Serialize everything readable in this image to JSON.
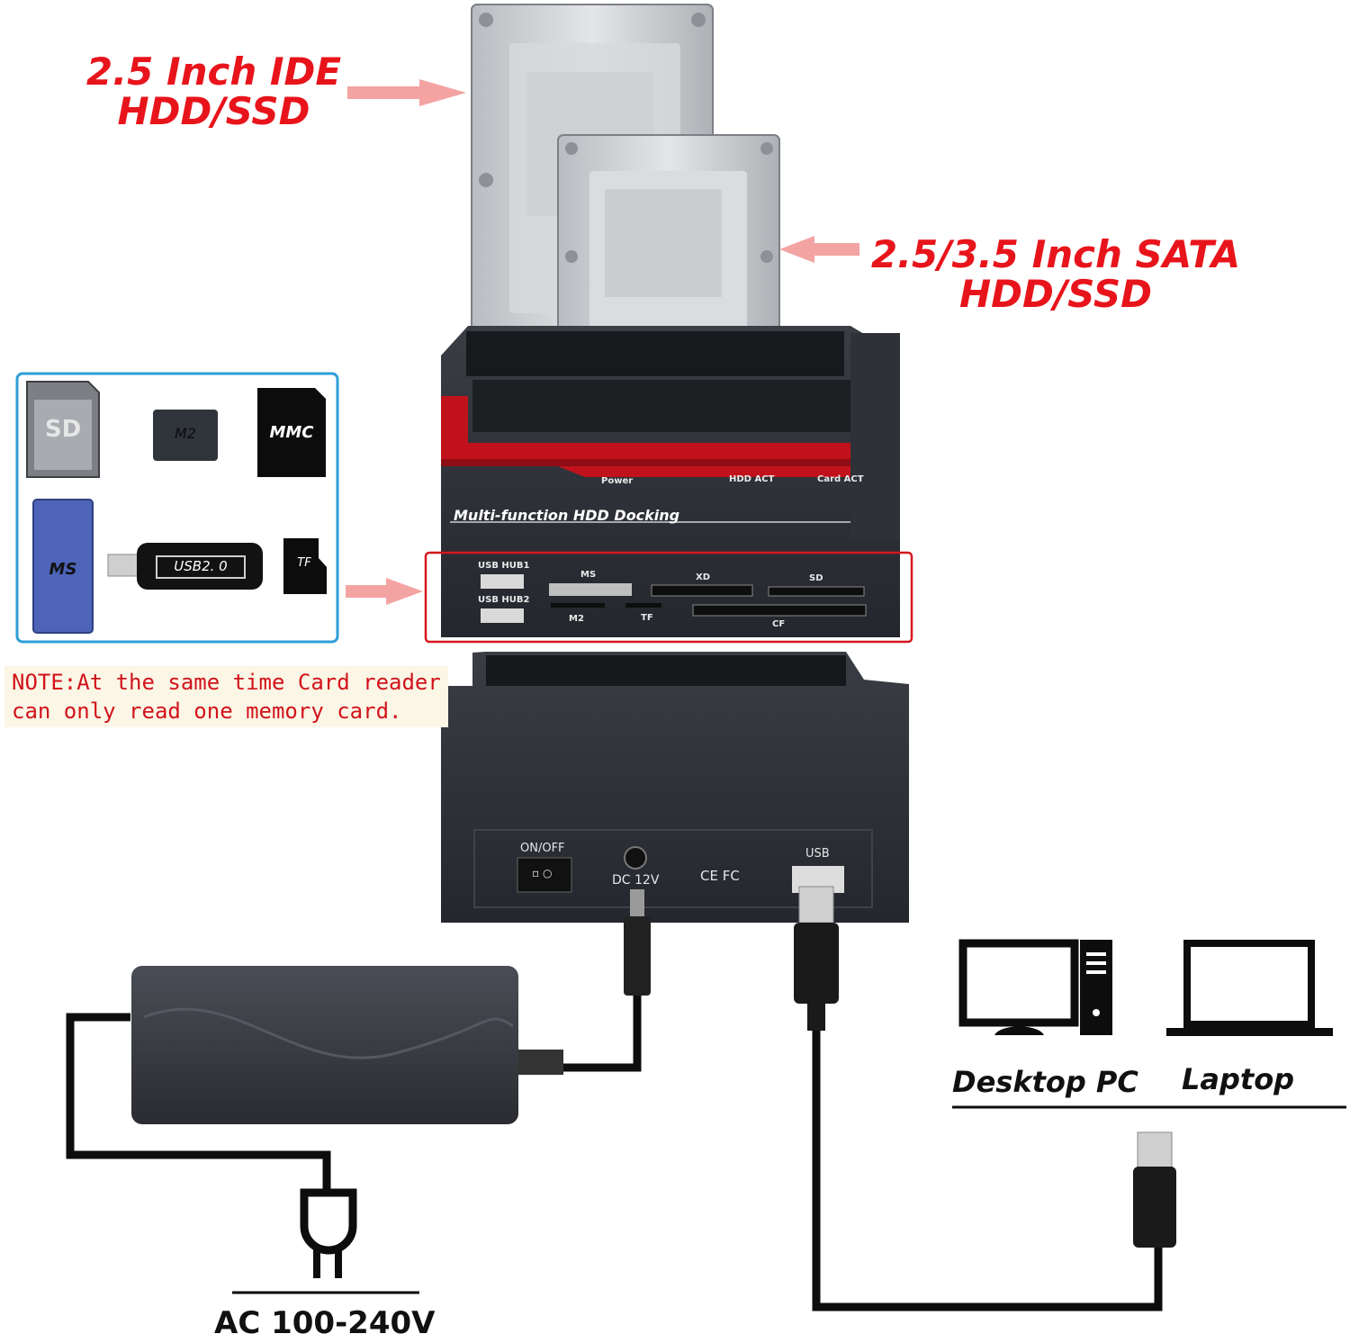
{
  "labels": {
    "ide": [
      "2.5 Inch IDE",
      "HDD/SSD"
    ],
    "sata": [
      "2.5/3.5 Inch SATA",
      "HDD/SSD"
    ],
    "note": [
      "NOTE:At the same time Card reader",
      "can only read one memory card."
    ],
    "desktop": "Desktop PC",
    "laptop": "Laptop",
    "ac": "AC 100-240V"
  },
  "cards": {
    "sd": "SD",
    "m2": "M2",
    "mmc": "MMC",
    "ms": "MS",
    "usb": "USB2. 0",
    "tf": "TF"
  },
  "dock_front": {
    "power": "Power",
    "hdd_act": "HDD ACT",
    "card_act": "Card ACT",
    "title": "Multi-function HDD Docking",
    "usb_hub1": "USB HUB1",
    "usb_hub2": "USB HUB2",
    "ms": "MS",
    "xd": "XD",
    "sd": "SD",
    "m2": "M2",
    "tf": "TF",
    "cf": "CF"
  },
  "dock_back": {
    "onoff": "ON/OFF",
    "dc": "DC 12V",
    "cert": "CE FC",
    "usb": "USB"
  },
  "colors": {
    "accent_red": "#e8141b",
    "arrow_pink": "#f4a3a3",
    "frame_blue": "#2f9fd8",
    "dock_body": "#2a2d34",
    "dock_red": "#c1121b"
  }
}
